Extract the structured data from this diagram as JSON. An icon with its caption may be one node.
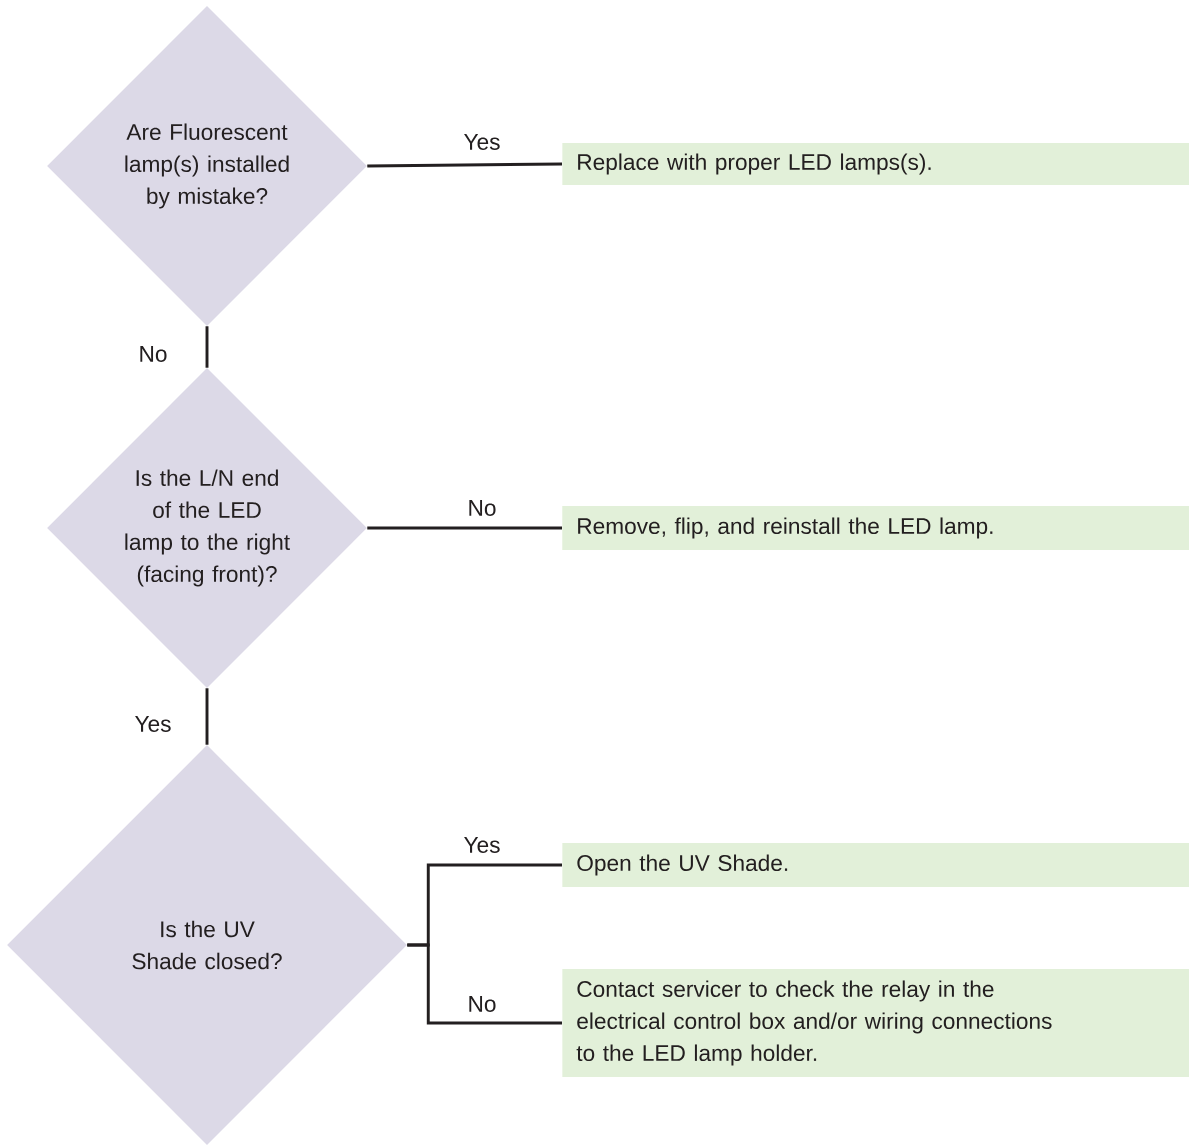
{
  "diagram": {
    "nodes": [
      {
        "text": [
          "Are Fluorescent lamp(s) installed by mistake?"
        ]
      },
      {
        "text": [
          "Replace with proper LED lamps(s)."
        ]
      },
      {
        "text": [
          "Is the L/N end of the LED lamp to the right (facing front)?"
        ]
      },
      {
        "text": [
          "Remove, flip, and reinstall the LED lamp."
        ]
      },
      {
        "text": [
          "Is the UV Shade closed?"
        ]
      },
      {
        "text": [
          "Open the UV Shade."
        ]
      },
      {
        "text": [
          "Contact servicer to check the relay in the electrical control box and/or wiring connections to the LED lamp holder."
        ]
      }
    ],
    "edges": [
      {
        "from": 0,
        "to": 1,
        "arrow": "none",
        "label": "Yes"
      },
      {
        "from": 0,
        "to": 2,
        "arrow": "none",
        "label": "No"
      },
      {
        "from": 2,
        "to": 3,
        "arrow": "none",
        "label": "No"
      },
      {
        "from": 2,
        "to": 4,
        "arrow": "none",
        "label": "Yes"
      },
      {
        "from": 4,
        "to": 5,
        "arrow": "none",
        "label": "Yes"
      },
      {
        "from": 4,
        "to": 6,
        "arrow": "none",
        "label": "No"
      }
    ]
  }
}
